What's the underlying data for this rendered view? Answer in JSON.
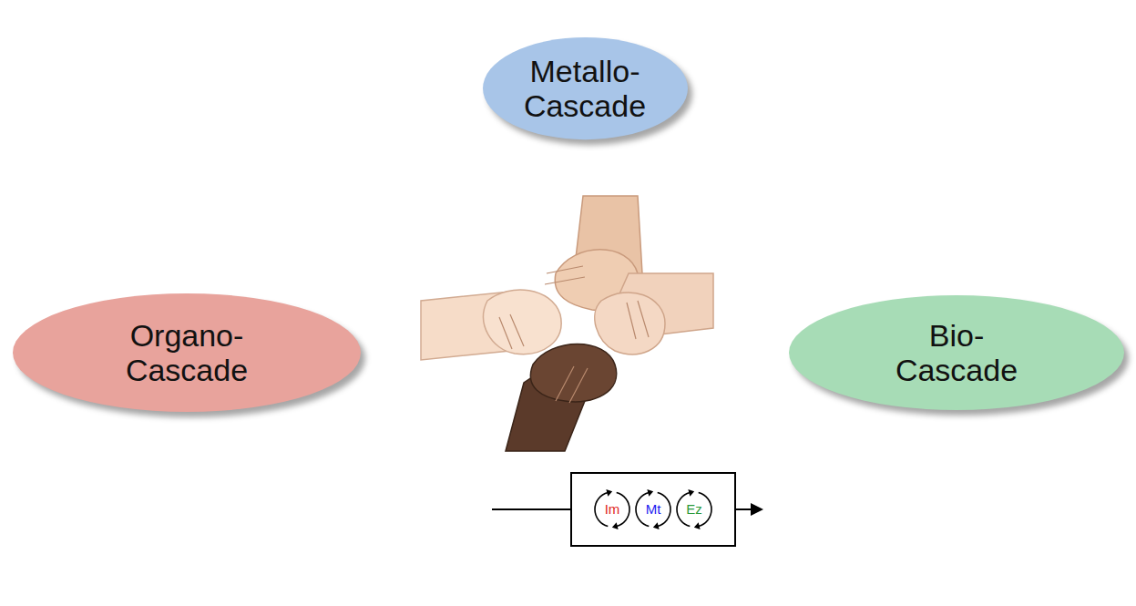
{
  "diagram": {
    "nodes": [
      {
        "text": [
          "Metallo- Cascade"
        ]
      },
      {
        "text": [
          "Organo- Cascade"
        ]
      },
      {
        "text": [
          "Bio- Cascade"
        ]
      },
      {
        "text": [
          "Im"
        ]
      },
      {
        "text": [
          "Mt"
        ]
      },
      {
        "text": [
          "Ez"
        ]
      }
    ],
    "edges": []
  }
}
